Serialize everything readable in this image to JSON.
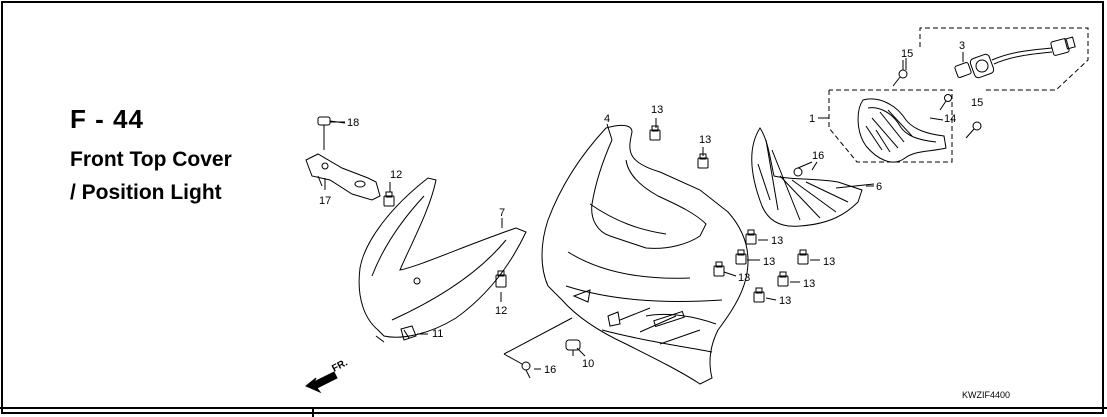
{
  "header": {
    "code": "F - 44",
    "title_line1": "Front Top Cover",
    "title_line2": "/ Position Light"
  },
  "diagram": {
    "callouts": [
      "15",
      "3",
      "1",
      "14",
      "15",
      "18",
      "4",
      "13",
      "13",
      "16",
      "6",
      "12",
      "17",
      "7",
      "13",
      "13",
      "13",
      "13",
      "13",
      "13",
      "12",
      "11",
      "10",
      "16"
    ],
    "direction_label": "FR.",
    "drawing_code": "KWZIF4400"
  }
}
